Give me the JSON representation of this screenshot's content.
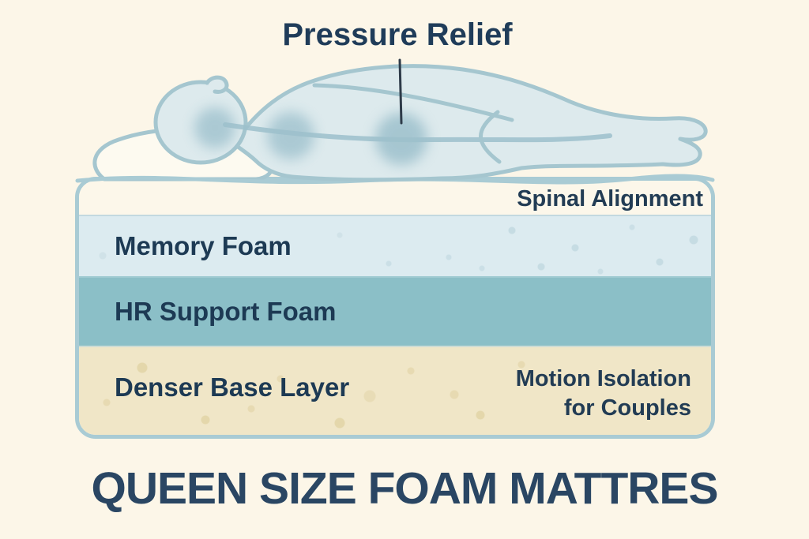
{
  "annotations": {
    "pressure_relief": "Pressure Relief",
    "spinal_alignment": "Spinal Alignment",
    "motion_isolation_line1": "Motion Isolation",
    "motion_isolation_line2": "for Couples"
  },
  "mattress": {
    "layers": [
      {
        "label": "",
        "color": "#fcf7ea",
        "description": "top cover"
      },
      {
        "label": "Memory Foam",
        "color": "#dcebf0"
      },
      {
        "label": "HR Support Foam",
        "color": "#8bbfc7"
      },
      {
        "label": "Denser Base Layer",
        "color": "#f0e6c7"
      }
    ],
    "border_color": "#a9cbd4"
  },
  "title": "QUEEN SIZE FOAM MATTRES",
  "colors": {
    "background": "#fcf6e8",
    "text_navy": "#1f3c59",
    "body_fill": "#ddeaed",
    "body_outline": "#a5c6cf",
    "pressure_point": "#6fa3b5"
  }
}
